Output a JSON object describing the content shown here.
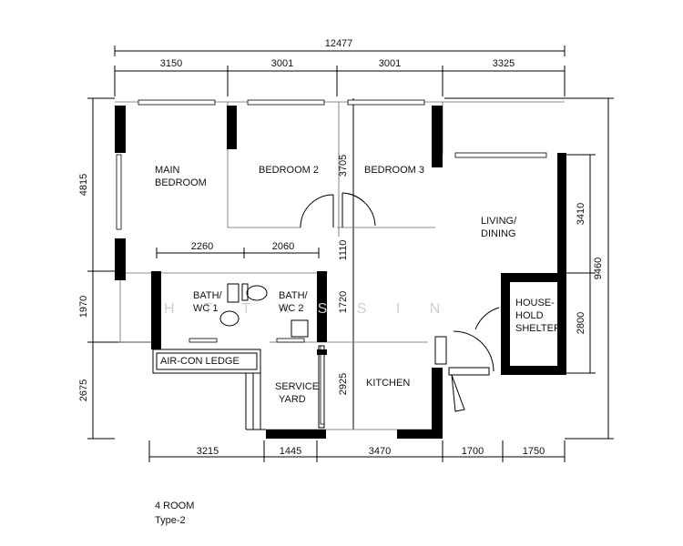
{
  "dimensions": {
    "total_width": "12477",
    "top": [
      "3150",
      "3001",
      "3001",
      "3325"
    ],
    "bottom": [
      "3215",
      "1445",
      "3470",
      "1700",
      "1750"
    ],
    "left": [
      "4815",
      "1970",
      "2675"
    ],
    "right_total": "9460",
    "right": [
      "3410",
      "2800"
    ],
    "bath_widths": [
      "2260",
      "2060"
    ],
    "bedroom3_depth": "3705",
    "corridor": "1110",
    "bath_depth": "1720",
    "kitchen_depth": "2925"
  },
  "rooms": {
    "main_bedroom": [
      "MAIN",
      "BEDROOM"
    ],
    "bedroom2": "BEDROOM 2",
    "bedroom3": "BEDROOM 3",
    "living": [
      "LIVING/",
      "DINING"
    ],
    "bath1": [
      "BATH/",
      "WC 1"
    ],
    "bath2": [
      "BATH/",
      "WC 2"
    ],
    "aircon": "AIR-CON LEDGE",
    "service_yard": [
      "SERVICE",
      "YARD"
    ],
    "kitchen": "KITCHEN",
    "shelter": [
      "HOUSE-",
      "HOLD",
      "SHELTER"
    ]
  },
  "watermark": "H  T  T  A  S  S  I  N",
  "caption": {
    "line1": "4 ROOM",
    "line2": "Type-2"
  }
}
